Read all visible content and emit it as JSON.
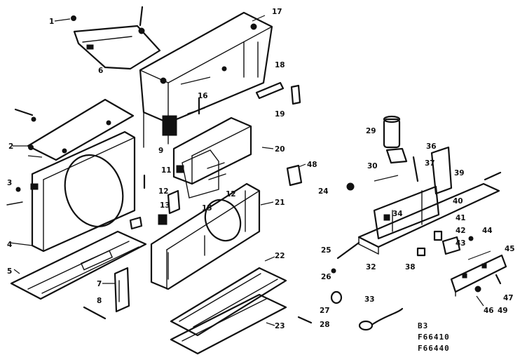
{
  "labels": {
    "n1": "1",
    "n2": "2",
    "n3": "3",
    "n4": "4",
    "n5": "5",
    "n6": "6",
    "n7": "7",
    "n8": "8",
    "n9": "9",
    "n11": "11",
    "n12a": "12",
    "n12b": "12",
    "n13": "13",
    "n15": "15",
    "n16": "16",
    "n17": "17",
    "n18": "18",
    "n19": "19",
    "n20": "20",
    "n21": "21",
    "n22": "22",
    "n23": "23",
    "n24": "24",
    "n25": "25",
    "n26": "26",
    "n27": "27",
    "n28": "28",
    "n29": "29",
    "n30": "30",
    "n32": "32",
    "n33": "33",
    "n34": "34",
    "n36": "36",
    "n37": "37",
    "n38": "38",
    "n39": "39",
    "n40": "40",
    "n41": "41",
    "n42": "42",
    "n43": "43",
    "n44": "44",
    "n45": "45",
    "n46": "46",
    "n47": "47",
    "n48": "48",
    "n49": "49"
  },
  "codes": {
    "section": "B3",
    "model1": "F66410",
    "model2": "F66440"
  }
}
